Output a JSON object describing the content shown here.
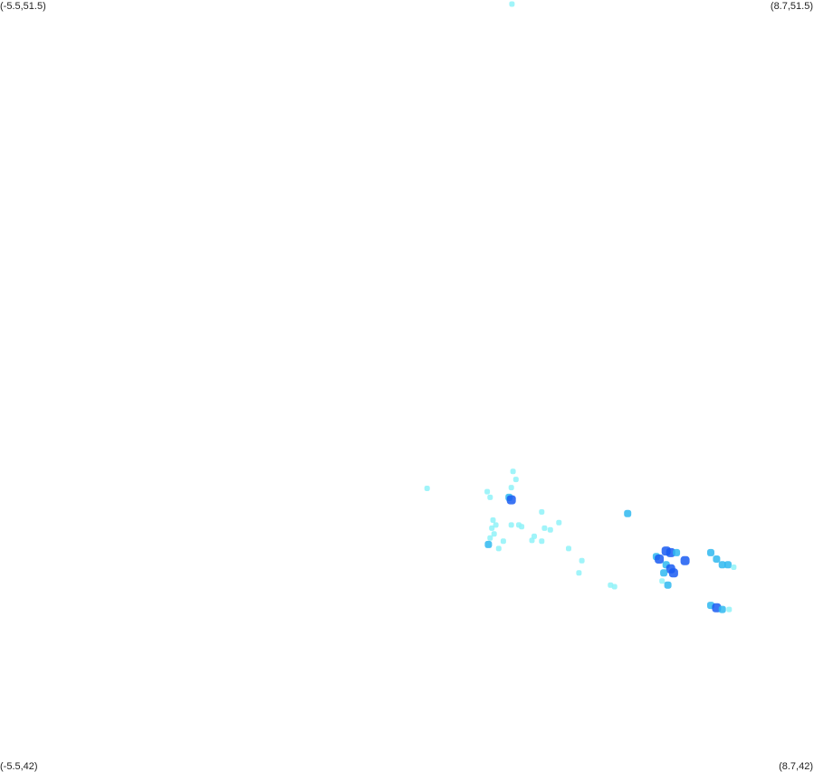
{
  "map": {
    "corners": {
      "top_left": "(-5.5,51.5)",
      "top_right": "(8.7,51.5)",
      "bottom_left": "(-5.5,42)",
      "bottom_right": "(8.7,42)"
    },
    "lon_range": [
      -5.5,
      8.7
    ],
    "lat_range": [
      42,
      51.5
    ],
    "colors": {
      "low": "#8ff2f8",
      "mid": "#2fb8f0",
      "high": "#1a5cf2",
      "background": "#ffffff"
    },
    "points": [
      {
        "lon": 3.43,
        "lat": 51.45,
        "level": "low"
      },
      {
        "lon": 3.45,
        "lat": 45.7,
        "level": "low"
      },
      {
        "lon": 3.5,
        "lat": 45.6,
        "level": "low"
      },
      {
        "lon": 3.42,
        "lat": 45.5,
        "level": "low"
      },
      {
        "lon": 3.38,
        "lat": 45.38,
        "level": "mid"
      },
      {
        "lon": 3.42,
        "lat": 45.35,
        "level": "high"
      },
      {
        "lon": 3.0,
        "lat": 45.45,
        "level": "low"
      },
      {
        "lon": 3.05,
        "lat": 45.38,
        "level": "low"
      },
      {
        "lon": 1.95,
        "lat": 45.49,
        "level": "low"
      },
      {
        "lon": 3.1,
        "lat": 45.1,
        "level": "low"
      },
      {
        "lon": 3.15,
        "lat": 45.04,
        "level": "low"
      },
      {
        "lon": 3.08,
        "lat": 45.0,
        "level": "low"
      },
      {
        "lon": 3.12,
        "lat": 44.93,
        "level": "low"
      },
      {
        "lon": 3.05,
        "lat": 44.88,
        "level": "low"
      },
      {
        "lon": 3.02,
        "lat": 44.8,
        "level": "mid"
      },
      {
        "lon": 3.2,
        "lat": 44.75,
        "level": "low"
      },
      {
        "lon": 3.28,
        "lat": 44.84,
        "level": "low"
      },
      {
        "lon": 3.42,
        "lat": 45.04,
        "level": "low"
      },
      {
        "lon": 3.55,
        "lat": 45.04,
        "level": "low"
      },
      {
        "lon": 3.6,
        "lat": 45.02,
        "level": "low"
      },
      {
        "lon": 3.78,
        "lat": 44.85,
        "level": "low"
      },
      {
        "lon": 3.82,
        "lat": 44.9,
        "level": "low"
      },
      {
        "lon": 3.95,
        "lat": 44.84,
        "level": "low"
      },
      {
        "lon": 3.95,
        "lat": 45.2,
        "level": "low"
      },
      {
        "lon": 4.0,
        "lat": 45.0,
        "level": "low"
      },
      {
        "lon": 4.1,
        "lat": 44.98,
        "level": "low"
      },
      {
        "lon": 4.25,
        "lat": 45.07,
        "level": "low"
      },
      {
        "lon": 4.42,
        "lat": 44.75,
        "level": "low"
      },
      {
        "lon": 4.65,
        "lat": 44.6,
        "level": "low"
      },
      {
        "lon": 4.6,
        "lat": 44.45,
        "level": "low"
      },
      {
        "lon": 5.15,
        "lat": 44.3,
        "level": "low"
      },
      {
        "lon": 5.22,
        "lat": 44.28,
        "level": "low"
      },
      {
        "lon": 5.45,
        "lat": 45.18,
        "level": "mid"
      },
      {
        "lon": 5.95,
        "lat": 44.65,
        "level": "mid"
      },
      {
        "lon": 6.0,
        "lat": 44.62,
        "level": "high"
      },
      {
        "lon": 6.12,
        "lat": 44.72,
        "level": "high"
      },
      {
        "lon": 6.2,
        "lat": 44.7,
        "level": "high"
      },
      {
        "lon": 6.3,
        "lat": 44.7,
        "level": "mid"
      },
      {
        "lon": 6.12,
        "lat": 44.55,
        "level": "mid"
      },
      {
        "lon": 6.2,
        "lat": 44.5,
        "level": "high"
      },
      {
        "lon": 6.25,
        "lat": 44.45,
        "level": "high"
      },
      {
        "lon": 6.08,
        "lat": 44.45,
        "level": "mid"
      },
      {
        "lon": 6.45,
        "lat": 44.6,
        "level": "high"
      },
      {
        "lon": 6.05,
        "lat": 44.35,
        "level": "low"
      },
      {
        "lon": 6.15,
        "lat": 44.3,
        "level": "mid"
      },
      {
        "lon": 6.9,
        "lat": 44.7,
        "level": "mid"
      },
      {
        "lon": 7.0,
        "lat": 44.62,
        "level": "mid"
      },
      {
        "lon": 7.1,
        "lat": 44.55,
        "level": "mid"
      },
      {
        "lon": 7.2,
        "lat": 44.55,
        "level": "mid"
      },
      {
        "lon": 7.3,
        "lat": 44.52,
        "level": "low"
      },
      {
        "lon": 6.9,
        "lat": 44.05,
        "level": "mid"
      },
      {
        "lon": 7.0,
        "lat": 44.02,
        "level": "high"
      },
      {
        "lon": 7.1,
        "lat": 44.0,
        "level": "mid"
      },
      {
        "lon": 7.22,
        "lat": 44.0,
        "level": "low"
      }
    ]
  }
}
